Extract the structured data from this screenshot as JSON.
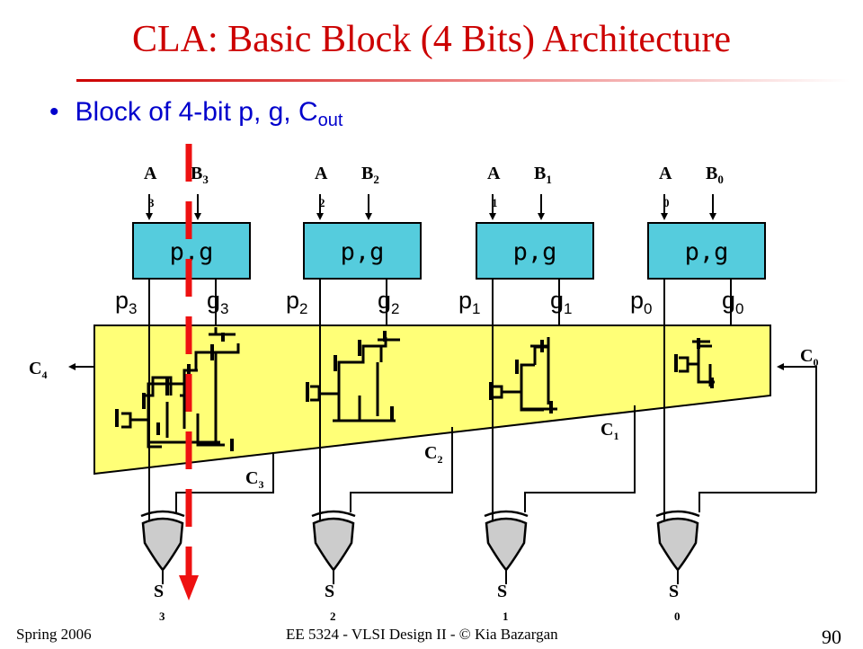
{
  "slide": {
    "title": "CLA: Basic Block (4 Bits) Architecture",
    "bullet": "Block of 4-bit p, g, C",
    "bullet_sub": "out"
  },
  "diagram": {
    "blocks": [
      {
        "label": "p,g",
        "a": "A",
        "a_sub": "3",
        "b": "B",
        "b_sub": "3",
        "p": "p",
        "p_sub": "3",
        "g": "g",
        "g_sub": "3",
        "s": "S",
        "s_sub": "3"
      },
      {
        "label": "p,g",
        "a": "A",
        "a_sub": "2",
        "b": "B",
        "b_sub": "2",
        "p": "p",
        "p_sub": "2",
        "g": "g",
        "g_sub": "2",
        "s": "S",
        "s_sub": "2"
      },
      {
        "label": "p,g",
        "a": "A",
        "a_sub": "1",
        "b": "B",
        "b_sub": "1",
        "p": "p",
        "p_sub": "1",
        "g": "g",
        "g_sub": "1",
        "s": "S",
        "s_sub": "1"
      },
      {
        "label": "p,g",
        "a": "A",
        "a_sub": "0",
        "b": "B",
        "b_sub": "0",
        "p": "p",
        "p_sub": "0",
        "g": "g",
        "g_sub": "0",
        "s": "S",
        "s_sub": "0"
      }
    ],
    "carries": {
      "c4": {
        "base": "C",
        "sub": "4"
      },
      "c3": {
        "base": "C",
        "sub": "3"
      },
      "c2": {
        "base": "C",
        "sub": "2"
      },
      "c1": {
        "base": "C",
        "sub": "1"
      },
      "c0": {
        "base": "C",
        "sub": "0"
      }
    },
    "colors": {
      "pg_block": "#55ccdd",
      "carry_logic": "#ffff77",
      "critical_path": "#ee1111"
    }
  },
  "footer": {
    "left": "Spring 2006",
    "center": "EE 5324 - VLSI Design II - © Kia Bazargan",
    "page": "90"
  }
}
